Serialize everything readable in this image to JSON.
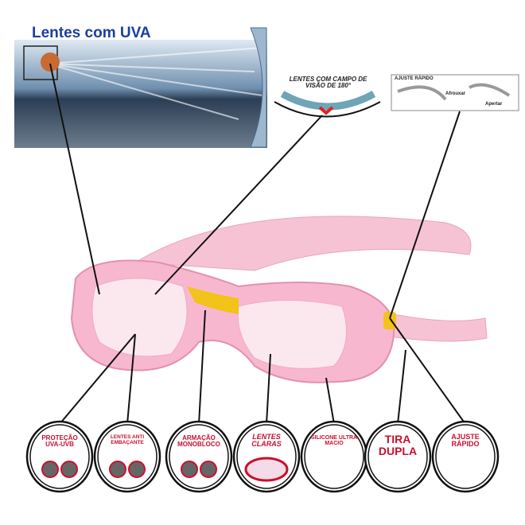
{
  "top_panel": {
    "title": "Lentes com UVA"
  },
  "callouts": {
    "field_of_view": "LENTES COM CAMPO DE VISÃO DE 180°",
    "quick_adjust_title": "AJUSTE RÁPIDO",
    "loosen": "Afrouxar",
    "tighten": "Apertar"
  },
  "features": [
    {
      "label": "PROTEÇÃO UVA-UVB"
    },
    {
      "label": "LENTES ANTI EMBAÇANTE"
    },
    {
      "label": "ARMAÇÃO MONOBLOCO"
    },
    {
      "label": "LENTES CLARAS"
    },
    {
      "label": "SILICONE ULTRA MACIO"
    },
    {
      "label": "TIRA DUPLA"
    },
    {
      "label": "AJUSTE RÁPIDO"
    }
  ],
  "colors": {
    "goggle_pink": "#f6b9cf",
    "accent_yellow": "#f2c318",
    "label_red": "#c8102e",
    "uva_blue": "#1a3fa0"
  }
}
